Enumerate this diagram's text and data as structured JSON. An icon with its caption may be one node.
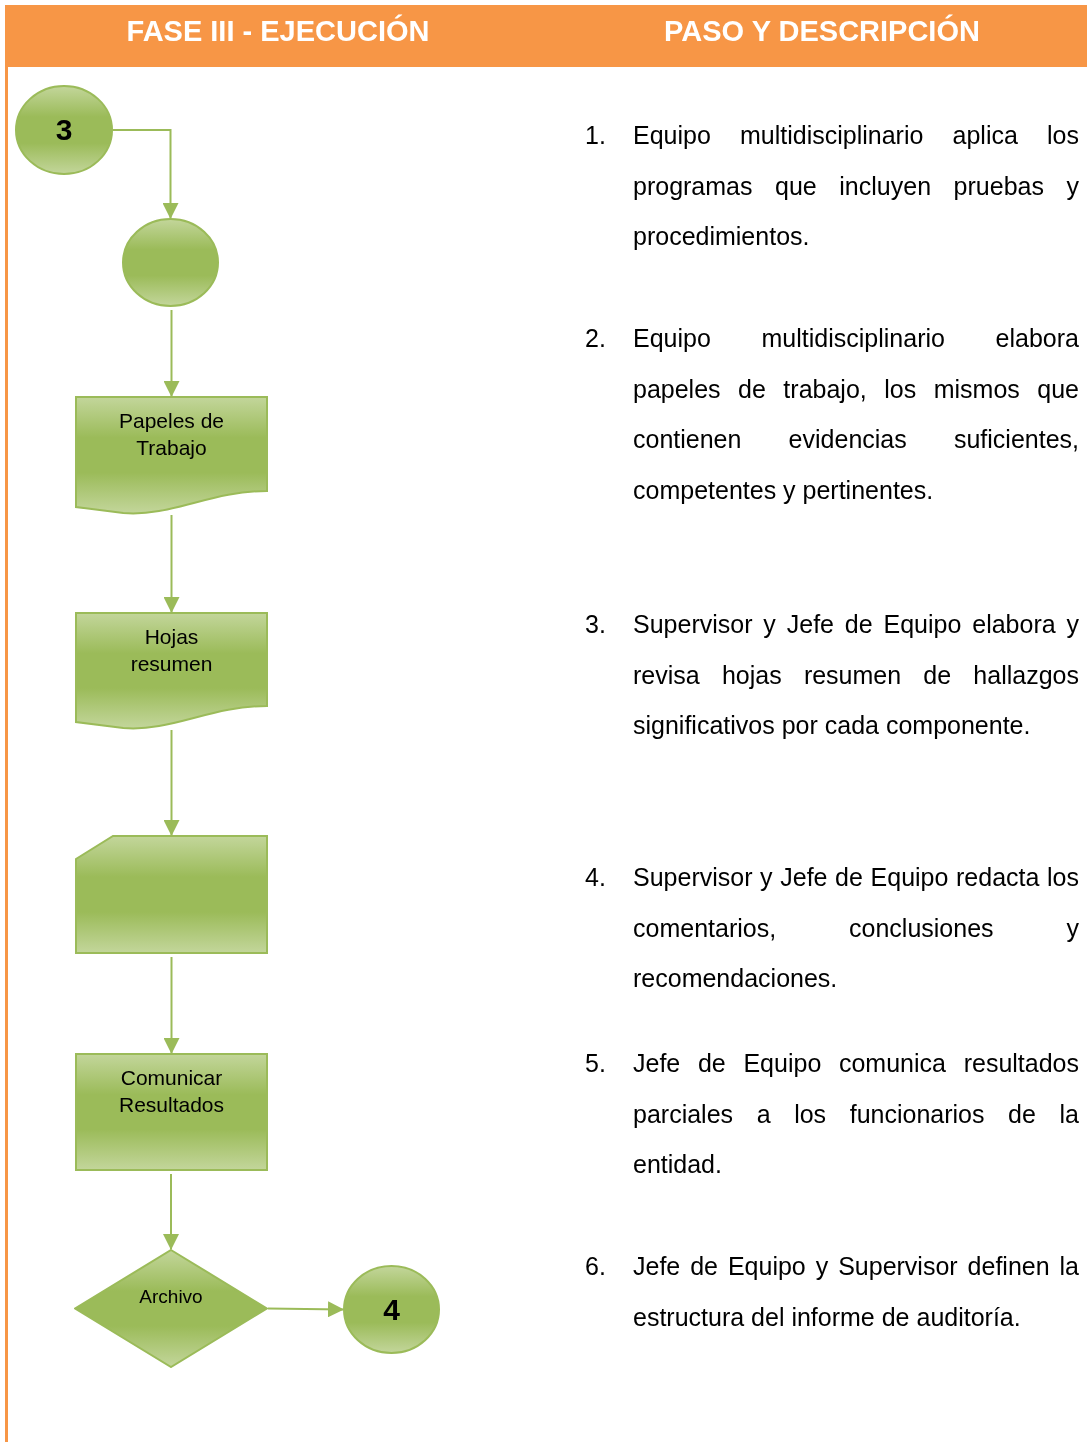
{
  "diagram": {
    "nodes": [
      {
        "text": [
          "3"
        ]
      },
      {
        "text": [],
        "shape": "circle"
      },
      {
        "text": [
          "Papeles de Trabajo"
        ]
      },
      {
        "text": [
          "Hojas resumen"
        ]
      },
      {
        "text": [],
        "shape": "box"
      },
      {
        "text": [
          "Comunicar Resultados"
        ]
      },
      {
        "text": [
          "Archivo"
        ]
      },
      {
        "text": [
          "4"
        ]
      }
    ],
    "edges": [
      {
        "from": 0,
        "to": 1,
        "arrow": "to"
      },
      {
        "from": 1,
        "to": 2,
        "arrow": "to"
      },
      {
        "from": 2,
        "to": 3,
        "arrow": "to"
      },
      {
        "from": 3,
        "to": 4,
        "arrow": "to"
      },
      {
        "from": 4,
        "to": 5,
        "arrow": "to"
      },
      {
        "from": 5,
        "to": 6,
        "arrow": "to"
      },
      {
        "from": 6,
        "to": 7,
        "arrow": "to"
      }
    ],
    "labels": [
      "FASE III - EJECUCIÓN",
      "PASO Y DESCRIPCIÓN",
      "1.",
      "Equipo multidisciplinario aplica los programas que incluyen pruebas y procedimientos.",
      "2.",
      "Equipo multidisciplinario elabora papeles de trabajo, los mismos que contienen evidencias suficientes, competentes y pertinentes.",
      "3.",
      "Supervisor y Jefe de Equipo elabora y revisa hojas resumen de hallazgos significativos por cada componente.",
      "4.",
      "Supervisor y Jefe de Equipo redacta los comentarios, conclusiones y recomendaciones.",
      "5.",
      "Jefe de Equipo comunica resultados parciales a los funcionarios de la entidad.",
      "6.",
      "Jefe de Equipo y Supervisor definen la estructura del informe de auditoría."
    ]
  }
}
